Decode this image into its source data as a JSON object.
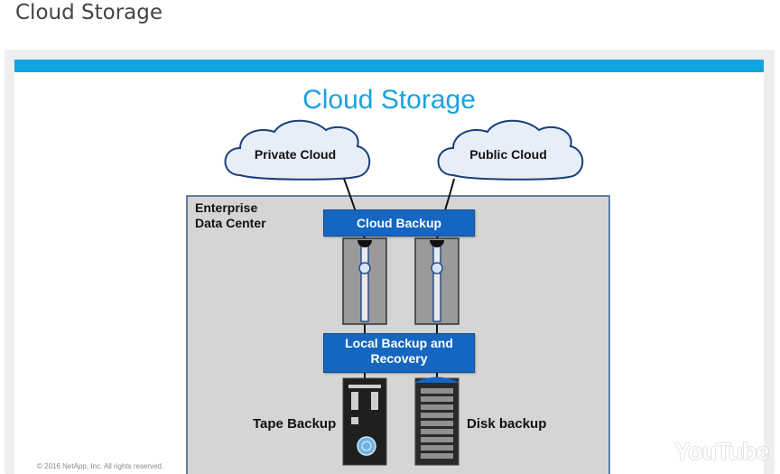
{
  "page": {
    "heading": "Cloud Storage"
  },
  "slide": {
    "title": "Cloud Storage",
    "private_cloud": "Private Cloud",
    "public_cloud": "Public Cloud",
    "datacenter_line1": "Enterprise",
    "datacenter_line2": "Data Center",
    "cloud_backup": "Cloud Backup",
    "local_backup_line1": "Local Backup and",
    "local_backup_line2": "Recovery",
    "tape_backup": "Tape Backup",
    "disk_backup": "Disk backup",
    "copyright": "© 2016 NetApp, Inc. All rights reserved.",
    "accent_color": "#12a3e0",
    "box_color": "#1466c0"
  },
  "player": {
    "logo": "YouTube"
  }
}
